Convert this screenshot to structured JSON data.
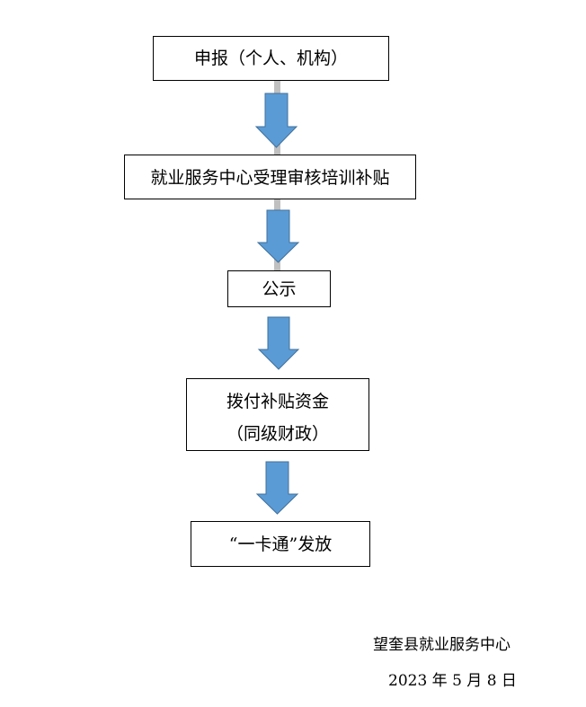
{
  "flowchart": {
    "steps": [
      {
        "label": "申报（个人、机构）"
      },
      {
        "label": "就业服务中心受理审核培训补贴"
      },
      {
        "label": "公示"
      },
      {
        "label": "拨付补贴资金",
        "sublabel": "（同级财政）"
      },
      {
        "label": "“一卡通”发放"
      }
    ],
    "colors": {
      "arrow_fill": "#5b9bd5",
      "arrow_stroke": "#41719c",
      "connector": "#c0c0c0",
      "box_border": "#000000"
    }
  },
  "signature": {
    "organization": "望奎县就业服务中心",
    "date": "2023 年 5 月 8 日"
  }
}
